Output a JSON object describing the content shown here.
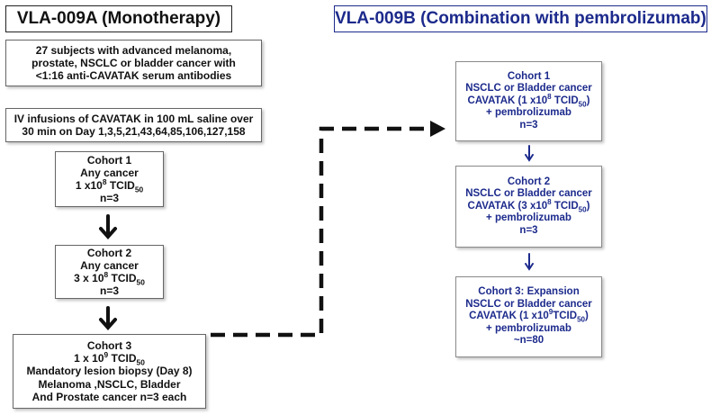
{
  "left": {
    "title": "VLA-009A (Monotherapy)",
    "intro_lines": [
      "27 subjects with advanced melanoma,",
      "prostate, NSCLC or bladder cancer with",
      "<1:16 anti-CAVATAK serum antibodies"
    ],
    "infusion_lines": [
      "IV infusions of CAVATAK in 100 mL saline over",
      "30 min on Day 1,3,5,21,43,64,85,106,127,158"
    ],
    "cohort1": {
      "title": "Cohort 1",
      "line2": "Any cancer",
      "dose_prefix": "1 x10",
      "dose_exp": "8",
      "dose_unit": " TCID",
      "dose_sub": "50",
      "n": "n=3"
    },
    "cohort2": {
      "title": "Cohort 2",
      "line2": "Any cancer",
      "dose_prefix": "3 x 10",
      "dose_exp": "8",
      "dose_unit": " TCID",
      "dose_sub": "50",
      "n": "n=3"
    },
    "cohort3": {
      "title": "Cohort 3",
      "dose_prefix": "1 x 10",
      "dose_exp": "9",
      "dose_unit": " TCID",
      "dose_sub": "50",
      "line3": "Mandatory lesion biopsy (Day 8)",
      "line4": "Melanoma ,NSCLC, Bladder",
      "line5": "And Prostate cancer n=3 each"
    }
  },
  "right": {
    "title": "VLA-009B (Combination with pembrolizumab)",
    "cohort1": {
      "title": "Cohort 1",
      "line2": "NSCLC or Bladder cancer",
      "dose_prefix": "CAVATAK (1 x10",
      "dose_exp": "8",
      "dose_unit": " TCID",
      "dose_sub": "50",
      "dose_suffix": ")",
      "line4": "+ pembrolizumab",
      "n": "n=3"
    },
    "cohort2": {
      "title": "Cohort 2",
      "line2": "NSCLC or Bladder cancer",
      "dose_prefix": "CAVATAK (3 x10",
      "dose_exp": "8",
      "dose_unit": " TCID",
      "dose_sub": "50",
      "dose_suffix": ")",
      "line4": "+ pembrolizumab",
      "n": "n=3"
    },
    "cohort3": {
      "title": "Cohort 3: Expansion",
      "line2": "NSCLC or Bladder cancer",
      "dose_prefix": "CAVATAK (1 x10",
      "dose_exp": "9",
      "dose_unit": "TCID",
      "dose_sub": "50",
      "dose_suffix": ")",
      "line4": "+ pembrolizumab",
      "n": "~n=80"
    }
  },
  "colors": {
    "left_title": "#111111",
    "right_title": "#1c2a8c",
    "right_text": "#1c2a8c",
    "arrow_left": "#111111",
    "arrow_right": "#1c2a8c"
  }
}
